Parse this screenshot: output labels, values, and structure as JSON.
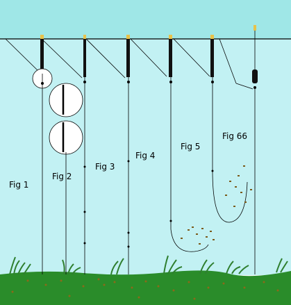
{
  "figures": [
    {
      "id": "fig1",
      "label": "Fig 1"
    },
    {
      "id": "fig2",
      "label": "Fig 2"
    },
    {
      "id": "fig3",
      "label": "Fig 3"
    },
    {
      "id": "fig4",
      "label": "Fig 4"
    },
    {
      "id": "fig5",
      "label": "Fig 5"
    },
    {
      "id": "fig6",
      "label": "Fig 66"
    }
  ],
  "colors": {
    "sky": "#b9f7f7",
    "water_band": "#9fe6e6",
    "water": "#bfeff2",
    "surface_line": "#000000",
    "bottom": "#2a8a2a",
    "weed": "#2d7a2d",
    "float_body": "#1a1a1a",
    "float_tip": "#e7c24a",
    "line": "#000000",
    "loose_feed": "#7a5a1a"
  }
}
